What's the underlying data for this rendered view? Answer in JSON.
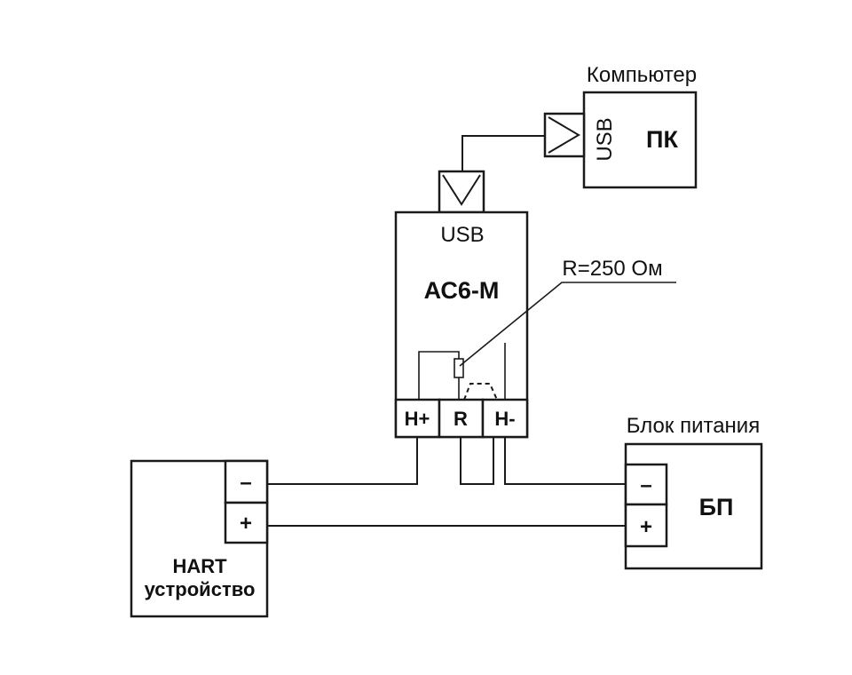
{
  "computer": {
    "caption": "Компьютер",
    "name": "ПК",
    "port_label": "USB"
  },
  "adapter": {
    "name": "АС6-М",
    "port_label": "USB",
    "resistor_label": "R=250 Ом",
    "terminals": [
      "H+",
      "R",
      "H-"
    ]
  },
  "hart_device": {
    "name_line1": "HART",
    "name_line2": "устройство",
    "terminal_minus": "–",
    "terminal_plus": "+"
  },
  "power_supply": {
    "caption": "Блок питания",
    "name": "БП",
    "terminal_minus": "–",
    "terminal_plus": "+"
  }
}
